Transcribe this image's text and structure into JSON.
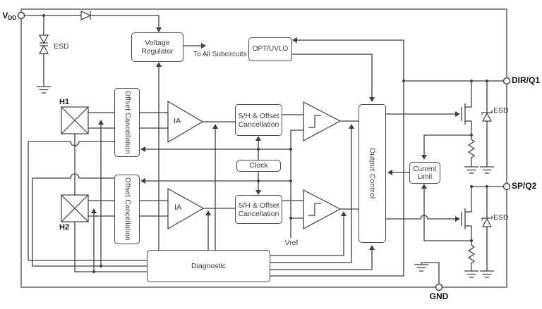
{
  "pins": {
    "vdd_main": "V",
    "vdd_sub": "DD",
    "dir_q1": "DIR/Q1",
    "sp_q2": "SP/Q2",
    "gnd": "GND"
  },
  "hall": {
    "h1": "H1",
    "h2": "H2"
  },
  "blocks": {
    "voltage_regulator": "Voltage Regulator",
    "opt_uvlo": "OPT/UVLO",
    "offset_cancellation_1": "Offset Cancellation",
    "offset_cancellation_2": "Offset Cancellation",
    "ia_1": "IA",
    "ia_2": "IA",
    "sh_offset_1": "S/H & Offset Cancellation",
    "sh_offset_2": "S/H & Offset Cancellation",
    "clock": "Clock",
    "output_control": "Output Control",
    "current_limit": "Current Limit",
    "diagnostic": "Diagnostic"
  },
  "annotations": {
    "to_all_subcircuits": "To All Subcircuits",
    "vref": "Vref",
    "esd_supply": "ESD",
    "esd_ch1": "ESD",
    "esd_ch2": "ESD"
  },
  "colors": {
    "wire": "#3f3f3f",
    "border": "#8a8a8a",
    "box_border": "#4a4a4a",
    "text": "#3b3b3b",
    "bg": "#ffffff"
  }
}
